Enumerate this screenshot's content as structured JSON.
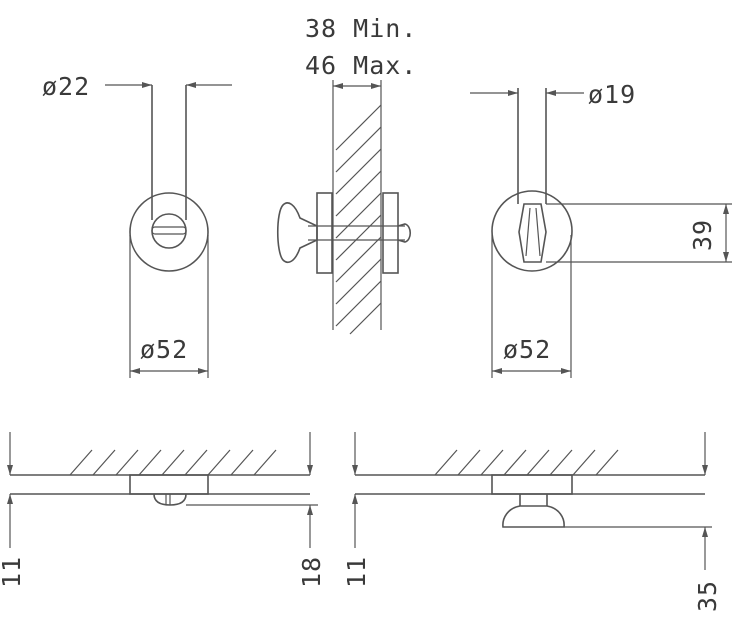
{
  "top_views": {
    "gap_min_label": "38 Min.",
    "gap_max_label": "46 Max.",
    "left_stem_dia_label": "ø22",
    "right_stem_dia_label": "ø19",
    "left_rosette_dia_label": "ø52",
    "right_rosette_dia_label": "ø52",
    "right_height_label": "39"
  },
  "bottom_views": {
    "left_thickness_label": "11",
    "left_projection_label": "18",
    "right_thickness_label": "11",
    "right_projection_label": "35"
  }
}
